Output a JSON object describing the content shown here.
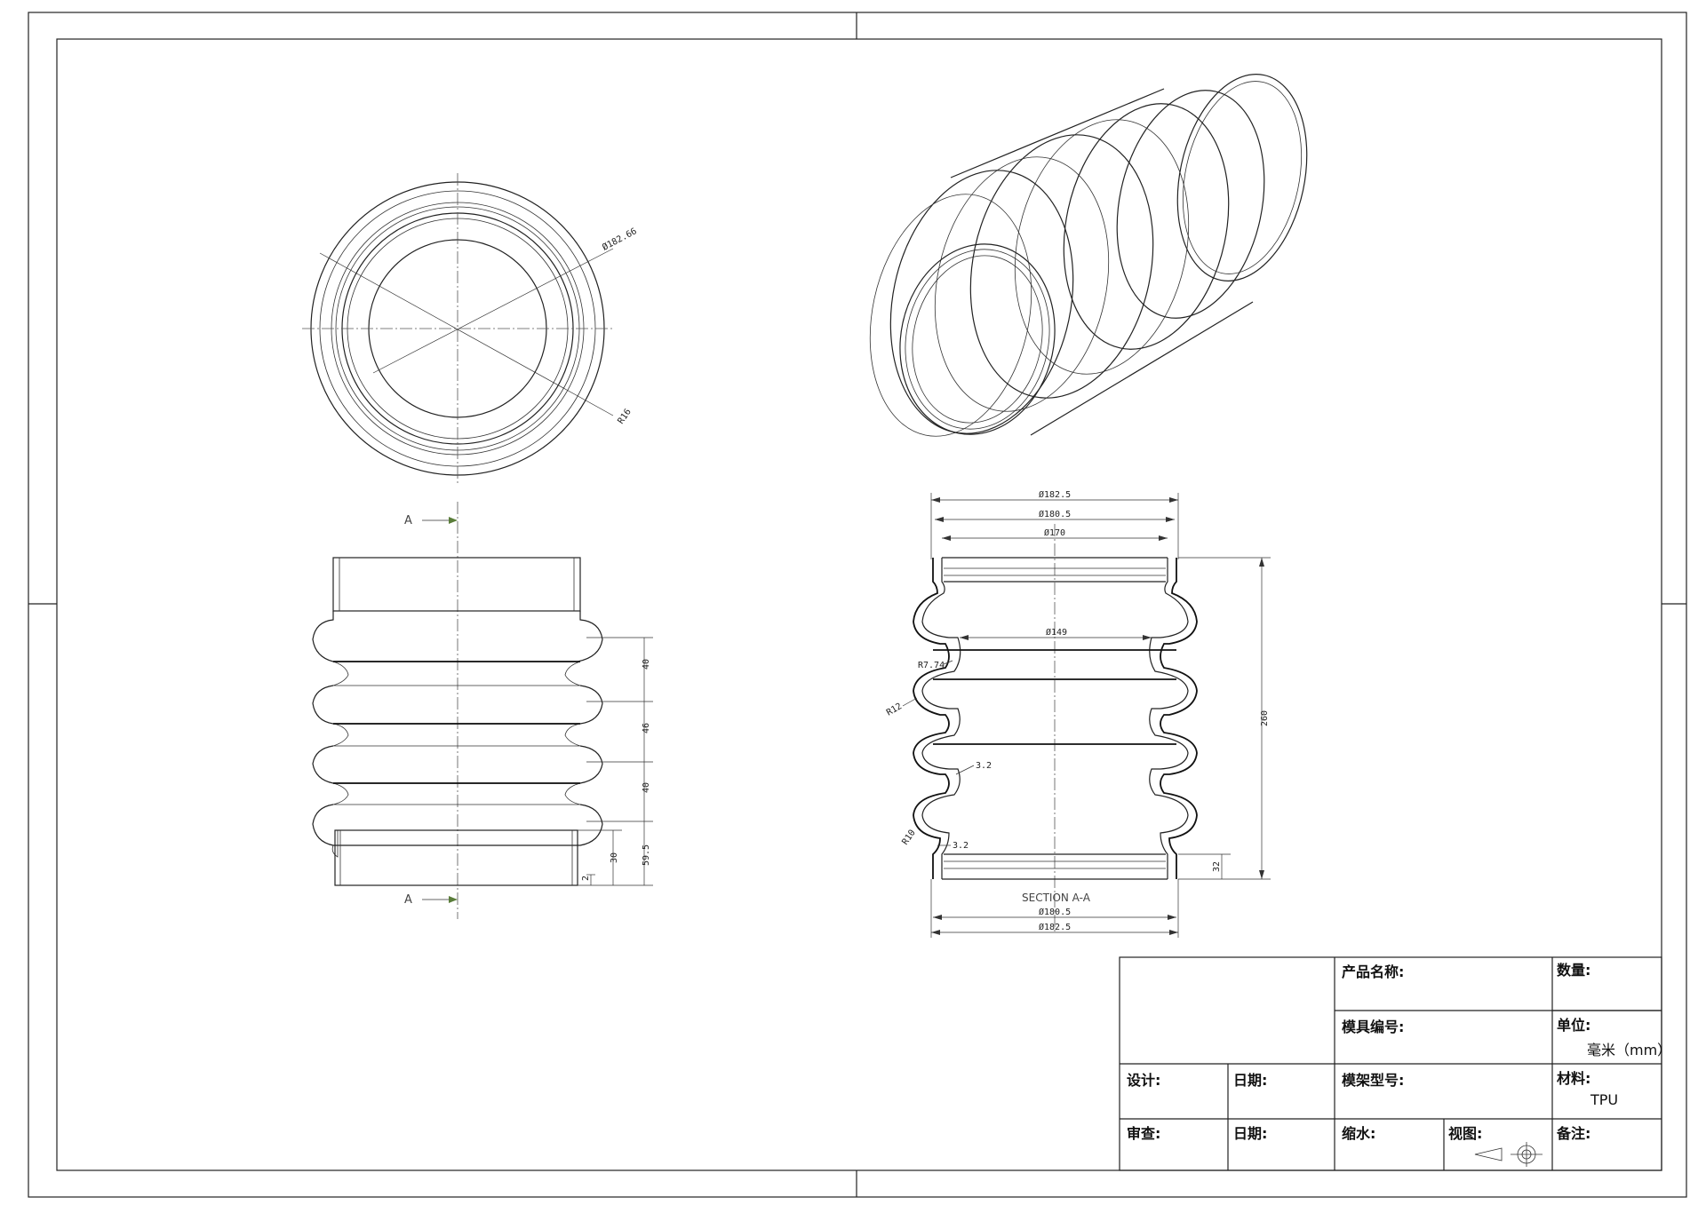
{
  "drawing": {
    "dims_top_view": {
      "outer_diameter": "Ø182.66",
      "wall_note": "R16"
    },
    "section_marks": {
      "top": "A",
      "bottom": "A"
    },
    "front_view_dims": [
      "40",
      "46",
      "40",
      "59.5",
      "30",
      "2"
    ],
    "section_view": {
      "title": "SECTION A-A",
      "top_dims": [
        "Ø182.5",
        "Ø180.5",
        "Ø170"
      ],
      "inner_dim": "Ø149",
      "bottom_dims": [
        "Ø180.5",
        "Ø182.5"
      ],
      "height": "260",
      "bottom_flange": "32",
      "radius_labels": [
        "R7.74",
        "R12",
        "R10"
      ],
      "thickness_labels": [
        "3.2",
        "3.2"
      ]
    }
  },
  "title_block": {
    "product_name_label": "产品名称:",
    "quantity_label": "数量:",
    "mold_number_label": "模具编号:",
    "unit_label": "单位:",
    "unit_value": "毫米（mm）",
    "design_label": "设计:",
    "date_label_1": "日期:",
    "mold_frame_label": "模架型号:",
    "material_label": "材料:",
    "material_value": "TPU",
    "review_label": "审查:",
    "date_label_2": "日期:",
    "shrink_label": "缩水:",
    "view_label": "视图:",
    "notes_label": "备注:"
  }
}
